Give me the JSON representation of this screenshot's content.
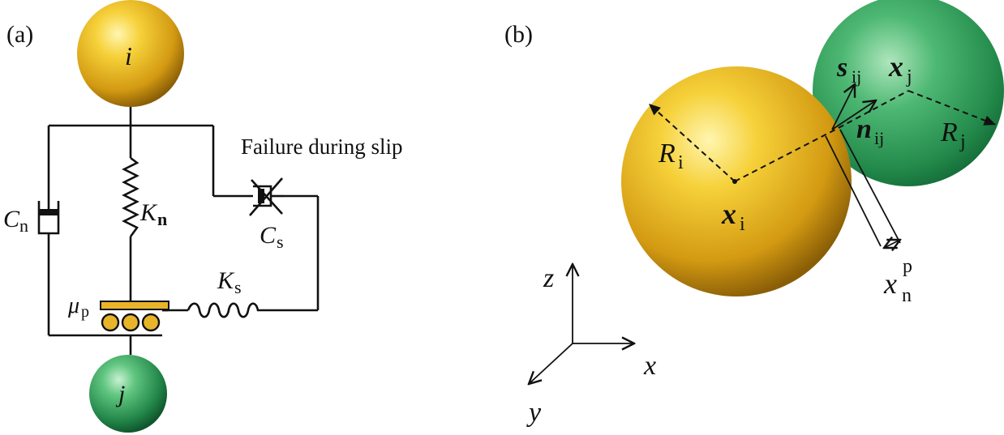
{
  "panel_a": {
    "label": "(a)",
    "particle_top": "i",
    "particle_bottom": "j",
    "damper_normal": {
      "sym": "C",
      "sub": "n"
    },
    "spring_normal": {
      "sym": "K",
      "sub": "n"
    },
    "damper_shear": {
      "sym": "C",
      "sub": "s"
    },
    "spring_shear": {
      "sym": "K",
      "sub": "s"
    },
    "friction": {
      "sym": "μ",
      "sub": "p"
    },
    "failure_text": "Failure during slip"
  },
  "panel_b": {
    "label": "(b)",
    "radius_i": {
      "sym": "R",
      "sub": "i"
    },
    "radius_j": {
      "sym": "R",
      "sub": "j"
    },
    "center_i": {
      "sym": "x",
      "sub": "i"
    },
    "center_j": {
      "sym": "x",
      "sub": "j"
    },
    "shear_vec": {
      "sym": "s",
      "sub": "ij"
    },
    "normal_vec": {
      "sym": "n",
      "sub": "ij"
    },
    "penetration": {
      "sym": "x",
      "sub": "n",
      "sup": "p"
    },
    "axes": {
      "x": "x",
      "y": "y",
      "z": "z"
    }
  },
  "colors": {
    "gold": "#e8b42a",
    "green": "#2f9f5b",
    "roller": "#e8b42a"
  }
}
